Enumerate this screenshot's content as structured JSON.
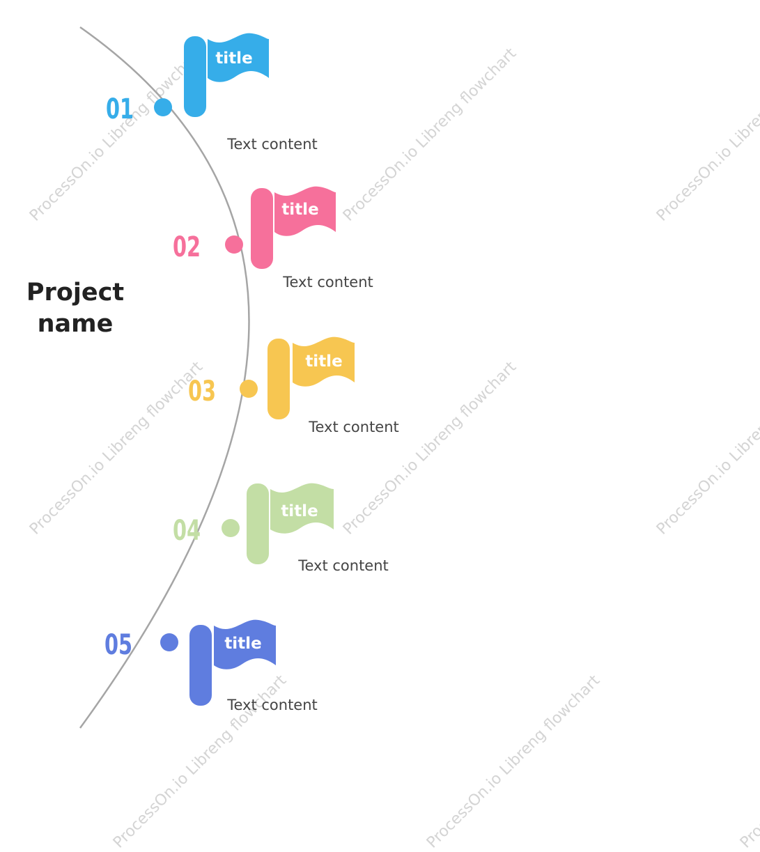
{
  "project": {
    "title_line1": "Project",
    "title_line2": "name"
  },
  "watermark": "ProcessOn.io Libreng flowchart",
  "steps": [
    {
      "number": "01",
      "title": "title",
      "text": "Text content",
      "color": "#36ade9"
    },
    {
      "number": "02",
      "title": "title",
      "text": "Text content",
      "color": "#f6709b"
    },
    {
      "number": "03",
      "title": "title",
      "text": "Text content",
      "color": "#f7c651"
    },
    {
      "number": "04",
      "title": "title",
      "text": "Text content",
      "color": "#c3dea5"
    },
    {
      "number": "05",
      "title": "title",
      "text": "Text content",
      "color": "#5f7ddf"
    }
  ],
  "colors": {
    "curve": "#a5a5a5",
    "text": "#444444",
    "heading": "#222222",
    "watermark": "#d4d4d4"
  }
}
